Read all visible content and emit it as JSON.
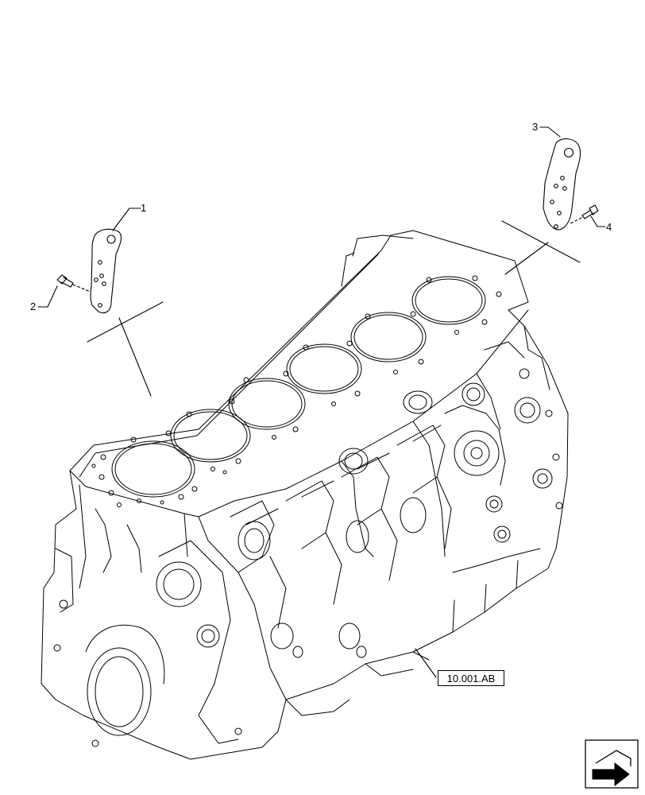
{
  "callouts": {
    "c1": "1",
    "c2": "2",
    "c3": "3",
    "c4": "4"
  },
  "reference_label": "10.001.AB",
  "icons": {
    "nav": "arrow-nav-icon"
  },
  "colors": {
    "line": "#000000",
    "background": "#ffffff"
  }
}
